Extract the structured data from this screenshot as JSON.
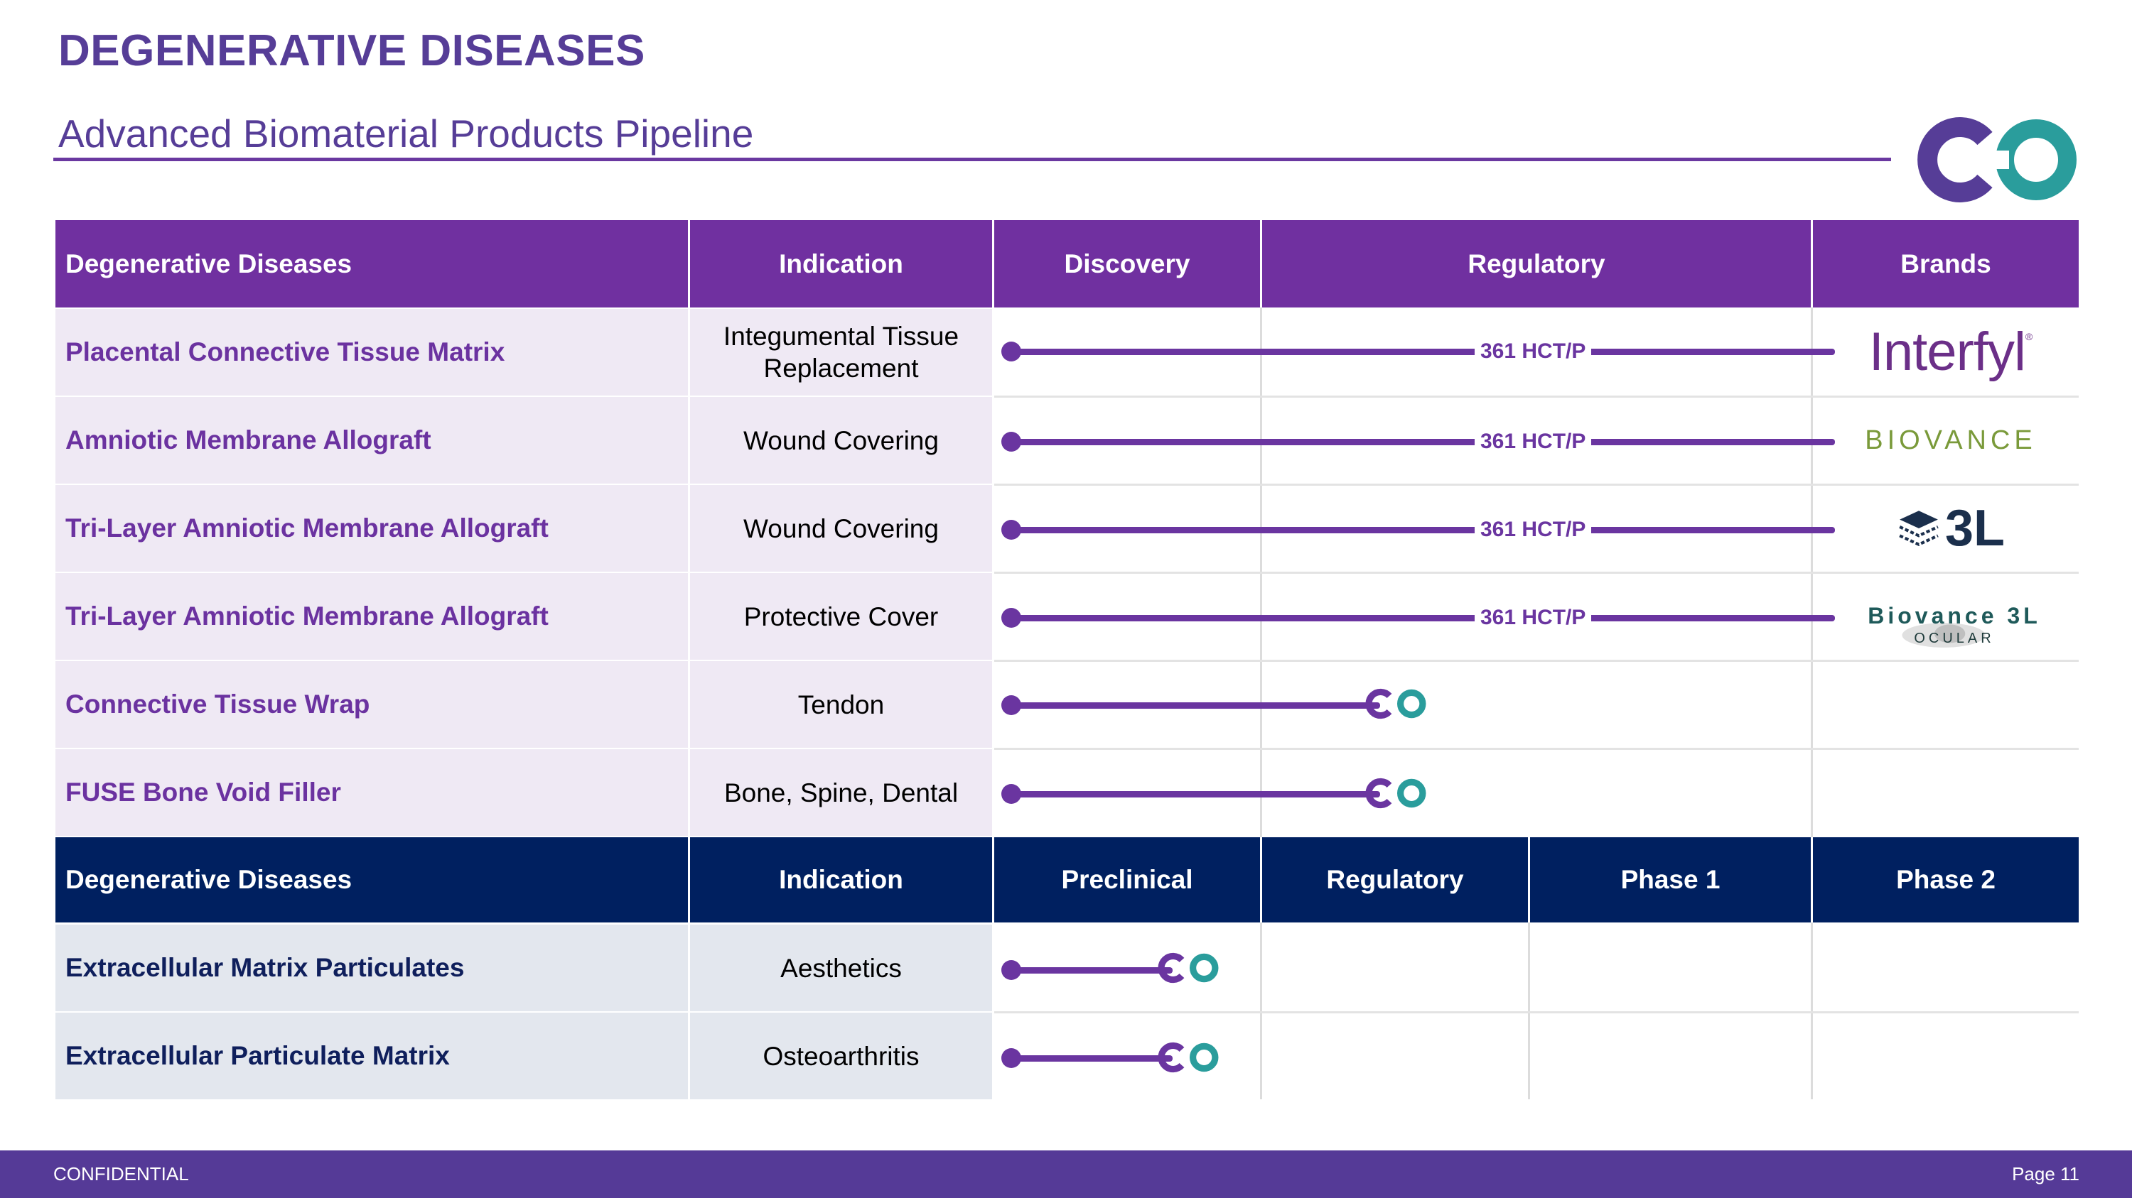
{
  "header": {
    "title": "DEGENERATIVE DISEASES",
    "subtitle": "Advanced Biomaterial Products Pipeline"
  },
  "colors": {
    "purple": "#6a35a0",
    "header_purple": "#7030a0",
    "navy": "#002060",
    "teal": "#2a9d9c",
    "row_light_purple": "#efe9f4",
    "row_light_navy": "#e3e7ee"
  },
  "table1": {
    "headers": [
      "Degenerative Diseases",
      "Indication",
      "Discovery",
      "Regulatory",
      "Brands"
    ],
    "rows": [
      {
        "name": "Placental Connective Tissue Matrix",
        "indication_line1": "Integumental Tissue",
        "indication_line2": "Replacement",
        "stage_label": "361 HCT/P",
        "stage": "Regulatory",
        "brand": "Interfyl"
      },
      {
        "name": "Amniotic Membrane Allograft",
        "indication": "Wound Covering",
        "stage_label": "361 HCT/P",
        "stage": "Regulatory",
        "brand": "BIOVANCE"
      },
      {
        "name": "Tri-Layer Amniotic Membrane Allograft",
        "indication": "Wound Covering",
        "stage_label": "361 HCT/P",
        "stage": "Regulatory",
        "brand": "3L"
      },
      {
        "name": "Tri-Layer Amniotic Membrane Allograft",
        "indication": "Protective Cover",
        "stage_label": "361 HCT/P",
        "stage": "Regulatory",
        "brand": "Biovance 3L",
        "brand_sub": "OCULAR"
      },
      {
        "name": "Connective Tissue Wrap",
        "indication": "Tendon",
        "stage": "Discovery"
      },
      {
        "name": "FUSE Bone Void Filler",
        "indication": "Bone, Spine, Dental",
        "stage": "Discovery"
      }
    ]
  },
  "table2": {
    "headers": [
      "Degenerative Diseases",
      "Indication",
      "Preclinical",
      "Regulatory",
      "Phase 1",
      "Phase 2"
    ],
    "rows": [
      {
        "name": "Extracellular Matrix Particulates",
        "indication": "Aesthetics",
        "stage": "Preclinical"
      },
      {
        "name": "Extracellular Particulate Matrix",
        "indication": "Osteoarthritis",
        "stage": "Preclinical"
      }
    ]
  },
  "footer": {
    "left": "CONFIDENTIAL",
    "right": "Page 11"
  }
}
